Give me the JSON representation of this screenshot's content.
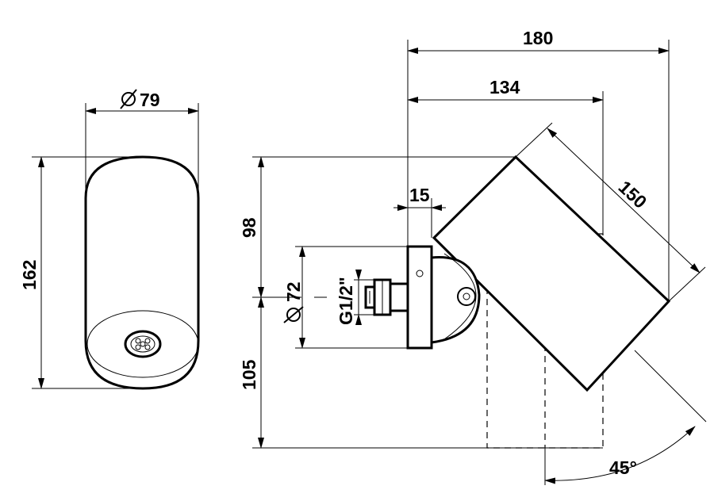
{
  "drawing": {
    "front_view": {
      "diameter_label": "79",
      "height_label": "162"
    },
    "side_view": {
      "overall_width_label": "180",
      "width_label": "134",
      "body_length_label": "150",
      "plate_depth_label": "15",
      "upper_height_label": "98",
      "lower_height_label": "105",
      "plate_diameter_label": "72",
      "thread_label": "G1/2\"",
      "tilt_angle_label": "45°"
    },
    "symbols": {
      "diameter_symbol": "diameter-symbol"
    }
  }
}
